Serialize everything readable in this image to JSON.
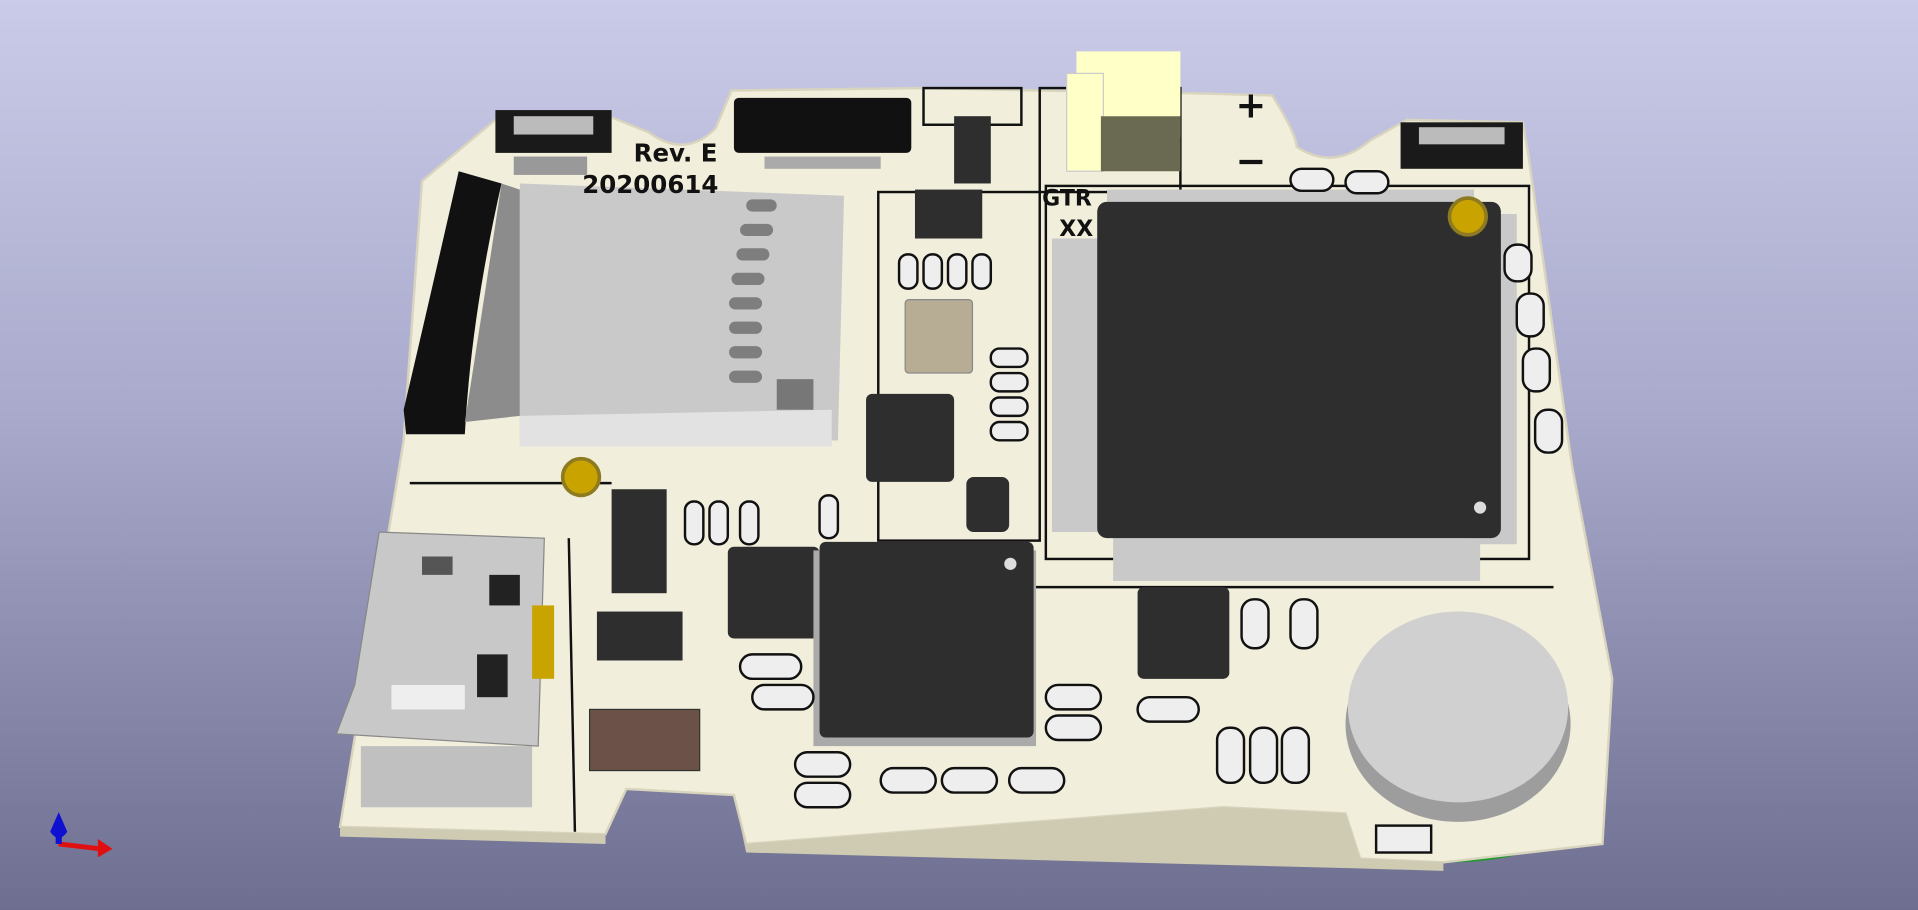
{
  "viewer": {
    "board_silkscreen": {
      "revision": "Rev. E",
      "date": "20200614",
      "label_gtr": "GTR",
      "label_xx": "XX",
      "plus": "+",
      "minus": "−"
    },
    "colors": {
      "background_top": "#cacbe8",
      "background_bottom": "#6e6f90",
      "board": "#f1eedb",
      "chip": "#2e2e2e",
      "pad_gold": "#c9a400",
      "flex_green": "#1f9a2a",
      "metal": "#c8c8c8"
    },
    "axis_icon": "xyz-axis-icon"
  }
}
